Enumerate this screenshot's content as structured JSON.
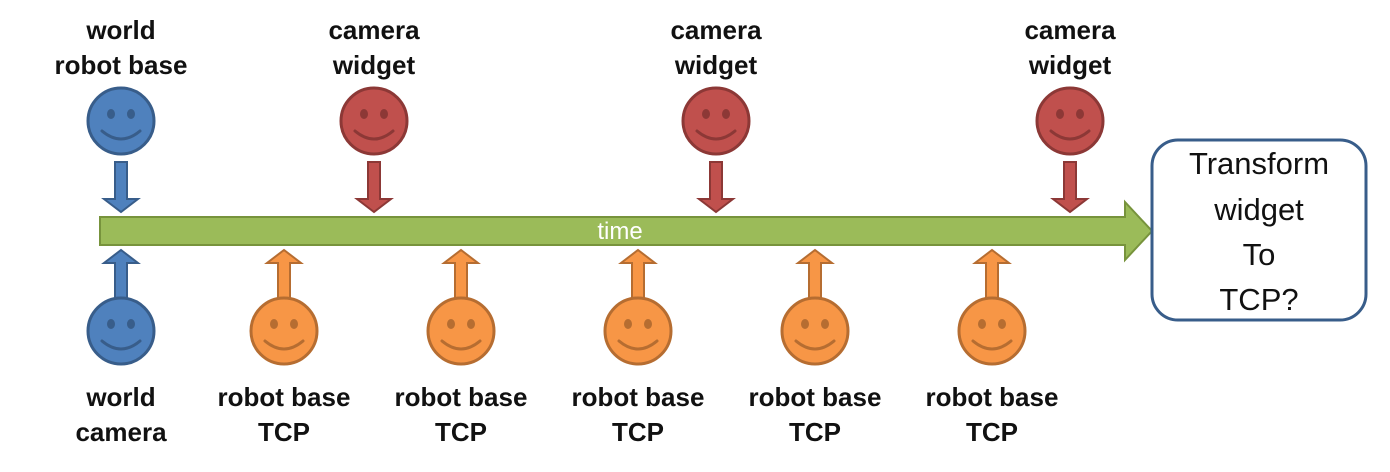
{
  "timeline": {
    "label": "time",
    "fill": "#9bbb59",
    "stroke": "#77933c"
  },
  "colors": {
    "blue": {
      "fill": "#4f81bd",
      "stroke": "#385d8a"
    },
    "red": {
      "fill": "#c0504d",
      "stroke": "#8c3836"
    },
    "orange": {
      "fill": "#f79646",
      "stroke": "#b66d31"
    }
  },
  "top_events": [
    {
      "color": "blue",
      "lines": [
        "world",
        "robot base"
      ]
    },
    {
      "color": "red",
      "lines": [
        "camera",
        "widget"
      ]
    },
    {
      "color": "red",
      "lines": [
        "camera",
        "widget"
      ]
    },
    {
      "color": "red",
      "lines": [
        "camera",
        "widget"
      ]
    }
  ],
  "bottom_events": [
    {
      "color": "blue",
      "lines": [
        "world",
        "camera"
      ]
    },
    {
      "color": "orange",
      "lines": [
        "robot base",
        "TCP"
      ]
    },
    {
      "color": "orange",
      "lines": [
        "robot base",
        "TCP"
      ]
    },
    {
      "color": "orange",
      "lines": [
        "robot base",
        "TCP"
      ]
    },
    {
      "color": "orange",
      "lines": [
        "robot base",
        "TCP"
      ]
    },
    {
      "color": "orange",
      "lines": [
        "robot base",
        "TCP"
      ]
    }
  ],
  "result_box": {
    "lines": [
      "Transform",
      "widget",
      "To",
      "TCP?"
    ],
    "stroke": "#385d8a"
  }
}
